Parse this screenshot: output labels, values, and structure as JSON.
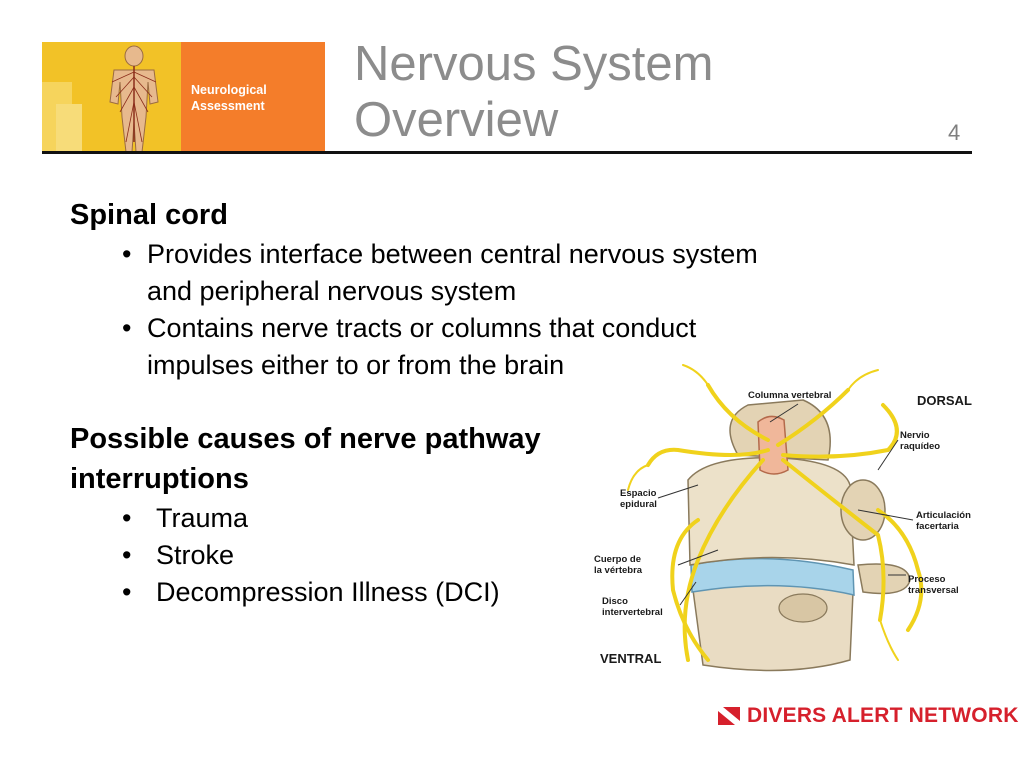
{
  "header": {
    "banner_label": "Neurological\nAssessment",
    "title": "Nervous System\nOverview",
    "slide_number": "4"
  },
  "section1": {
    "heading": "Spinal cord",
    "bullets": [
      "Provides interface between central nervous system and peripheral nervous system",
      "Contains nerve tracts or columns that conduct impulses either to or from the brain"
    ]
  },
  "section2": {
    "heading": "Possible causes of nerve pathway interruptions",
    "bullets": [
      "Trauma",
      "Stroke",
      "Decompression Illness (DCI)"
    ]
  },
  "diagram": {
    "labels": {
      "columna": "Columna vertebral",
      "dorsal": "DORSAL",
      "nervio": "Nervio\nraquídeo",
      "espacio": "Espacio\nepidural",
      "articulacion": "Articulación\nfacertaria",
      "cuerpo": "Cuerpo de\nla vértebra",
      "proceso": "Proceso\ntransversal",
      "disco": "Disco\nintervertebral",
      "ventral": "VENTRAL"
    },
    "colors": {
      "nerve": "#f0d21c",
      "bone": "#e9dcc3",
      "disc": "#a8d4ea",
      "cord": "#f0b79a"
    }
  },
  "footer": {
    "brand": "DIVERS ALERT NETWORK",
    "brand_color": "#d6202c"
  }
}
